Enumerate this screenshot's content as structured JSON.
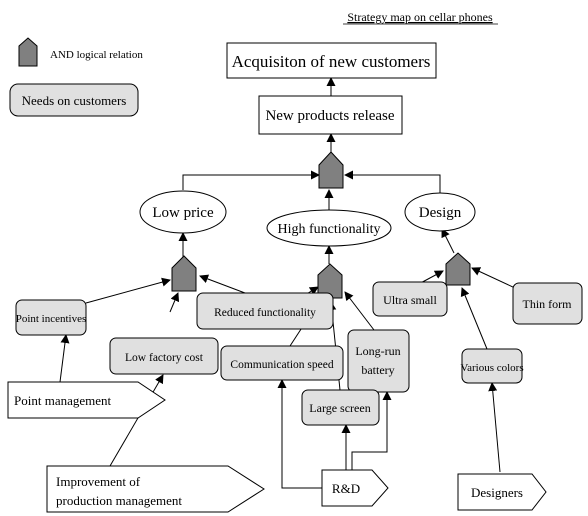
{
  "title": "Strategy map on cellar phones",
  "legend": {
    "and_label": "AND logical relation",
    "needs_label": "Needs on customers"
  },
  "nodes": {
    "acquisition": "Acquisiton of new customers",
    "new_products": "New products release",
    "low_price": "Low price",
    "high_functionality": "High functionality",
    "design": "Design",
    "point_incentives": "Point incentives",
    "reduced_functionality": "Reduced functionality",
    "low_factory_cost": "Low factory cost",
    "ultra_small": "Ultra small",
    "thin_form": "Thin form",
    "communication_speed": "Communication speed",
    "long_run_battery_line1": "Long-run",
    "long_run_battery_line2": "battery",
    "large_screen": "Large screen",
    "various_colors": "Various colors"
  },
  "actions": {
    "point_management": "Point management",
    "improvement_line1": "Improvement of",
    "improvement_line2": "production management",
    "rnd": "R&D",
    "designers": "Designers"
  },
  "colors": {
    "needs_fill": "#e0e0e0",
    "and_gate_fill": "#808080",
    "stroke": "#000000"
  },
  "icons": {
    "and_gate": "pentagon-up-icon"
  }
}
